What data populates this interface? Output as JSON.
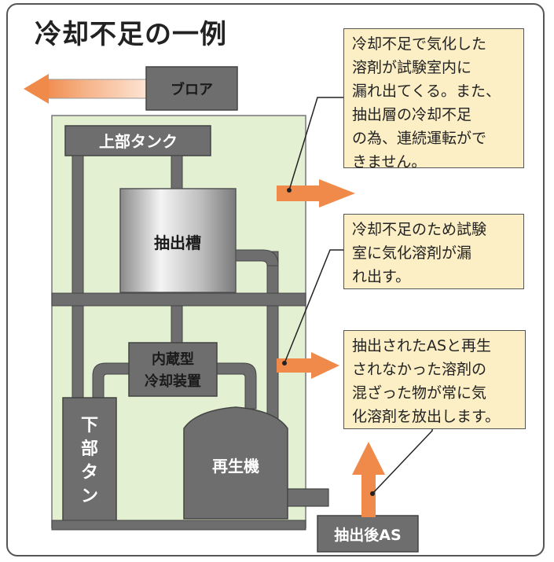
{
  "title": "冷却不足の一例",
  "labels": {
    "blower": "ブロア",
    "upper_tank": "上部タンク",
    "extraction_tank": "抽出槽",
    "cooler": "内蔵型\n冷却装置",
    "lower_tank": "下部\nタンク",
    "regenerator": "再生機",
    "after_extraction": "抽出後AS"
  },
  "callouts": {
    "one": "冷却不足で気化した\n溶剤が試験室内に\n漏れ出てくる。また、\n抽出層の冷却不足\nの為、連続運転がで\nきません。",
    "two": "冷却不足のため試験\n室に気化溶剤が漏\nれ出す。",
    "three": "抽出されたASと再生\nされなかった溶剤の\n混ざった物が常に気\n化溶剤を放出します。"
  },
  "colors": {
    "frame_bg": "#e3f0d2",
    "equipment": "#6e6e6e",
    "arrow": "#f08a4b",
    "callout_bg": "#fcefc6"
  }
}
